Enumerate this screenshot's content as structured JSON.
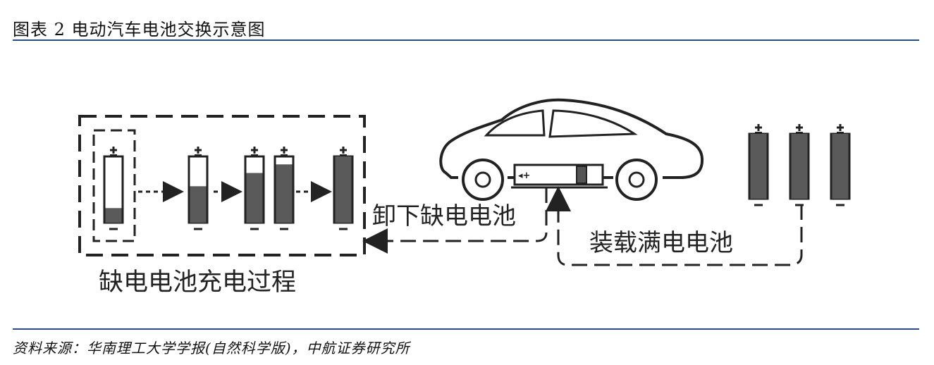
{
  "figure": {
    "title": "图表 2 电动汽车电池交换示意图",
    "source": "资料来源：华南理工大学学报(自然科学版)，中航证券研究所"
  },
  "diagram": {
    "labels": {
      "charging_process": "缺电电池充电过程",
      "unload": "卸下缺电电池",
      "load": "装载满电电池"
    },
    "charge_levels": [
      0.22,
      0.55,
      0.75,
      0.88,
      1.0
    ],
    "full_battery_count": 3,
    "colors": {
      "line": "#222222",
      "battery_fill": "#5a5a5a",
      "rule": "#2c4a86"
    }
  }
}
